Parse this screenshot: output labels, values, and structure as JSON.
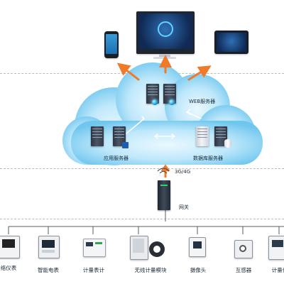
{
  "cloud": {
    "web_label": "WEB服务器",
    "app_label": "应用服务器",
    "db_label": "数据库服务器"
  },
  "gateway": {
    "network_label": "3G/4G",
    "label": "网关"
  },
  "devices": [
    {
      "label": "络仪表"
    },
    {
      "label": "智能电表"
    },
    {
      "label": "计量表计"
    },
    {
      "label": "无线计量模块"
    },
    {
      "label": "摄像头"
    },
    {
      "label": "互感器"
    },
    {
      "label": "计量仪"
    }
  ],
  "colors": {
    "cloud_light": "#cfefff",
    "cloud_mid": "#7fd0f5",
    "arrow": "#f07a2a",
    "screen": "#1b3f7a"
  }
}
